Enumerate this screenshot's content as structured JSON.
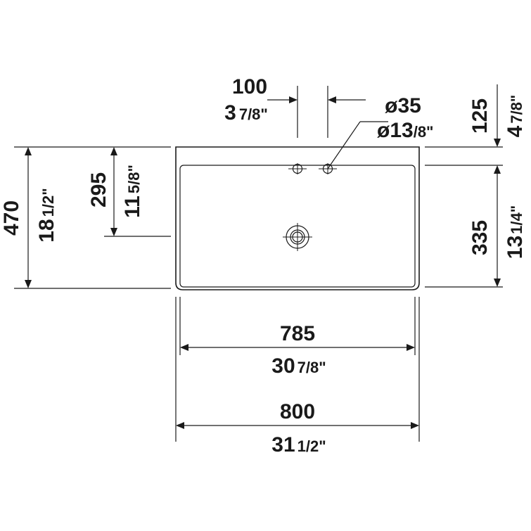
{
  "dimensions": {
    "tap_spacing": {
      "mm": "100",
      "inch_whole": "3",
      "inch_frac": "7/8\""
    },
    "tap_hole": {
      "mm": "ø35",
      "inch_whole": "ø13",
      "inch_frac": "/8\""
    },
    "edge_to_holes": {
      "mm": "125",
      "inch_whole": "4",
      "inch_frac": "7/8\""
    },
    "total_depth": {
      "mm": "470",
      "inch_whole": "18",
      "inch_frac": "1/2\""
    },
    "drain_position": {
      "mm": "295",
      "inch_whole": "11",
      "inch_frac": "5/8\""
    },
    "bowl_depth": {
      "mm": "335",
      "inch_whole": "13",
      "inch_frac": "1/4\""
    },
    "bowl_width": {
      "mm": "785",
      "inch_whole": "30",
      "inch_frac": "7/8\""
    },
    "total_width": {
      "mm": "800",
      "inch_whole": "31",
      "inch_frac": "1/2\""
    }
  }
}
